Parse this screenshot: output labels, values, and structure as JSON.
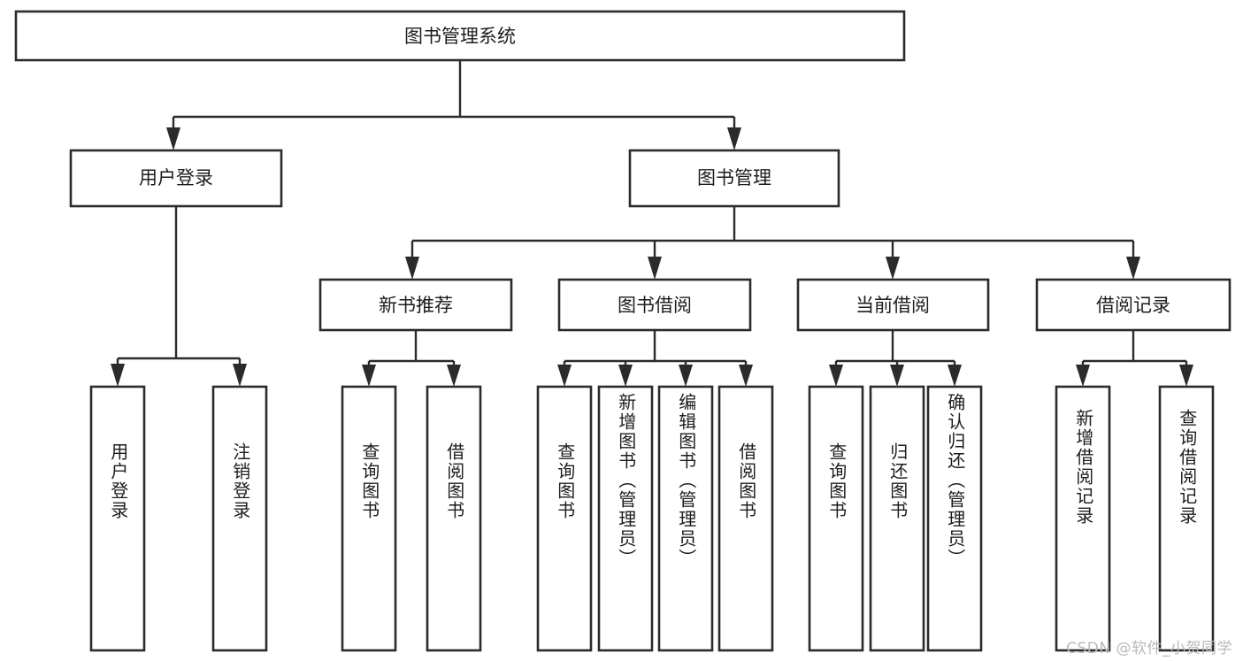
{
  "diagram": {
    "title": "图书管理系统",
    "watermark": "CSDN @软件_小贺同学",
    "colors": {
      "stroke": "#2b2b2b",
      "box_fill": "#ffffff",
      "text": "#1d1d1d",
      "watermark": "#b9b9b9",
      "background": "#ffffff"
    },
    "root": {
      "label": "图书管理系统"
    },
    "level2": [
      {
        "label": "用户登录"
      },
      {
        "label": "图书管理"
      }
    ],
    "level3": [
      {
        "label": "新书推荐"
      },
      {
        "label": "图书借阅"
      },
      {
        "label": "当前借阅"
      },
      {
        "label": "借阅记录"
      }
    ],
    "leaves": {
      "user_login": [
        {
          "label": "用户登录"
        },
        {
          "label": "注销登录"
        }
      ],
      "new_book_recommend": [
        {
          "label": "查询图书"
        },
        {
          "label": "借阅图书"
        }
      ],
      "book_borrow": [
        {
          "label": "查询图书"
        },
        {
          "label": "新增图书（管理员）"
        },
        {
          "label": "编辑图书（管理员）"
        },
        {
          "label": "借阅图书"
        }
      ],
      "current_borrow": [
        {
          "label": "查询图书"
        },
        {
          "label": "归还图书"
        },
        {
          "label": "确认归还（管理员）"
        }
      ],
      "borrow_record": [
        {
          "label": "新增借阅记录"
        },
        {
          "label": "查询借阅记录"
        }
      ]
    }
  }
}
